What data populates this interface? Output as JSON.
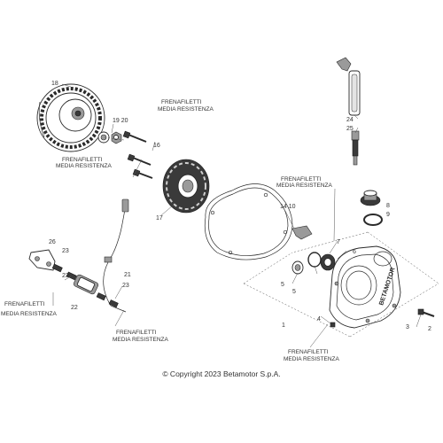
{
  "notes": {
    "n1": [
      "FRENAFILETTI",
      "MEDIA RESISTENZA"
    ],
    "n2": [
      "FRENAFILETTI",
      "MEDIA RESISTENZA"
    ],
    "n3": [
      "FRENAFILETTI",
      "MEDIA RESISTENZA"
    ],
    "n4": [
      "FRENAFILETTI",
      "MEDIA RESISTENZA"
    ],
    "n5": [
      "FRENAFILETTI",
      "MEDIA RESISTENZA"
    ],
    "n6": [
      "FRENAFILETTI",
      "MEDIA RESISTENZA"
    ]
  },
  "callouts": {
    "c18": "18",
    "c19_20": "19 20",
    "c16": "16",
    "c17": "17",
    "c24": "24",
    "c25": "25",
    "c14_10": "14 10",
    "c8": "8",
    "c9": "9",
    "c7": "7",
    "c6": "6",
    "c5a": "5",
    "c5b": "5",
    "c1": "1",
    "c4": "4",
    "c3": "3",
    "c2": "2",
    "c26": "26",
    "c23a": "23",
    "c23b": "23",
    "c23c": "23",
    "c21": "21",
    "c22": "22"
  },
  "brand_mark": "BETAMOTOR",
  "copyright": "© Copyright 2023 Betamotor S.p.A."
}
